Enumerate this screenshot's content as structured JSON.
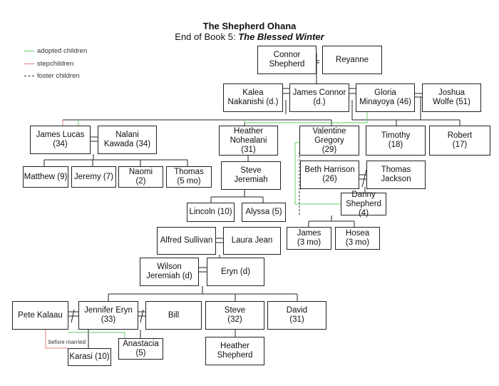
{
  "title": "The Shepherd Ohana",
  "subtitle_prefix": "End of Book 5: ",
  "subtitle_emph": "The Blessed Winter",
  "legend": [
    {
      "label": "adopted children",
      "color": "#66cc66",
      "style": "solid"
    },
    {
      "label": "stepchildren",
      "color": "#e08080",
      "style": "solid"
    },
    {
      "label": "foster children",
      "color": "#333333",
      "style": "dashed"
    }
  ],
  "people": {
    "connor": "Connor\nShepherd",
    "reyanne": "Reyanne",
    "kalea": "Kalea\nNakanishi (d.)",
    "james_connor": "James Connor\n(d.)",
    "gloria": "Gloria\nMinayoya (46)",
    "joshua": "Joshua\nWolfe (51)",
    "james_lucas": "James Lucas\n(34)",
    "nalani": "Nalani\nKawada (34)",
    "heather_n": "Heather\nNohealani\n(31)",
    "valentine": "Valentine\nGregory\n(29)",
    "timothy": "Timothy\n(18)",
    "robert": "Robert\n(17)",
    "matthew": "Matthew (9)",
    "jeremy": "Jeremy (7)",
    "naomi": "Naomi\n(2)",
    "thomas_s": "Thomas\n(5 mo)",
    "steve_j": "Steve\nJeremiah",
    "beth": "Beth Harrison\n(26)",
    "thomas_j": "Thomas\nJackson",
    "danny": "Danny\nShepherd (4)",
    "lincoln": "Lincoln (10)",
    "alyssa": "Alyssa (5)",
    "james_b": "James\n(3 mo)",
    "hosea": "Hosea\n(3 mo)",
    "alfred": "Alfred Sullivan",
    "laura": "Laura Jean",
    "wilson": "Wilson\nJeremiah (d)",
    "eryn": "Eryn (d)",
    "pete": "Pete Kalaau",
    "jennifer": "Jennifer Eryn\n(33)",
    "bill": "Bill",
    "steve32": "Steve\n(32)",
    "david": "David\n(31)",
    "anastacia": "Anastacia\n(5)",
    "karasi": "Karasi (10)",
    "heather_s": "Heather\nShepherd"
  },
  "note_before_married": "before married"
}
